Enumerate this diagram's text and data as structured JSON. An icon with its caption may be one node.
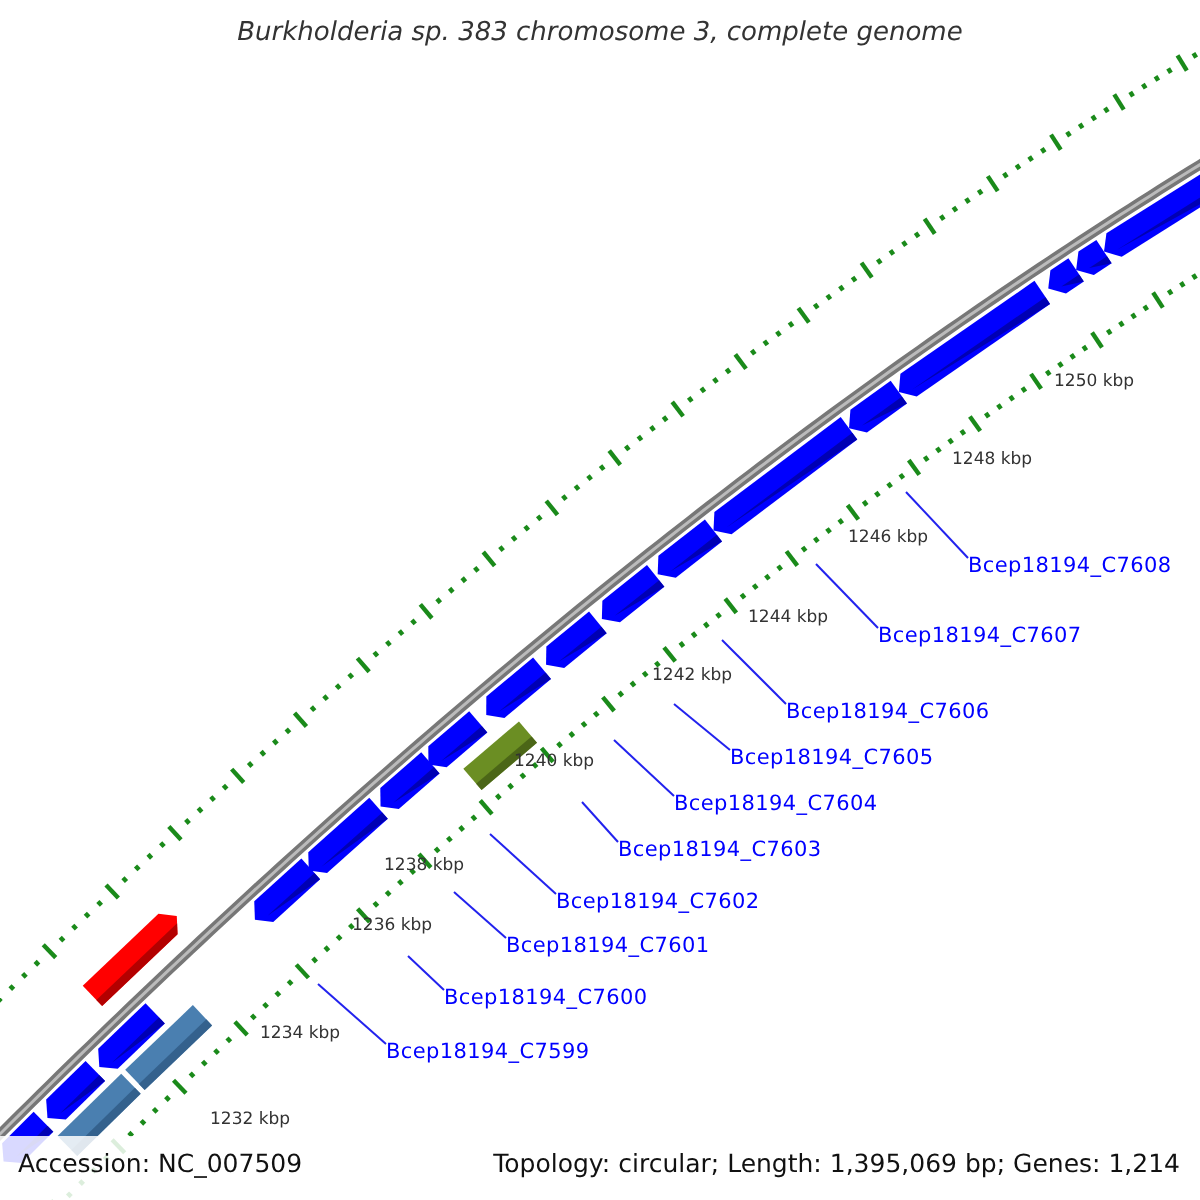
{
  "diagram": {
    "title": "Burkholderia sp. 383 chromosome 3, complete genome",
    "nodes": [
      {
        "text": [
          "Bcep18194_C7608"
        ]
      },
      {
        "text": [
          "Bcep18194_C7607"
        ]
      },
      {
        "text": [
          "Bcep18194_C7606"
        ]
      },
      {
        "text": [
          "Bcep18194_C7605"
        ]
      },
      {
        "text": [
          "Bcep18194_C7604"
        ]
      },
      {
        "text": [
          "Bcep18194_C7603"
        ]
      },
      {
        "text": [
          "Bcep18194_C7602"
        ]
      },
      {
        "text": [
          "Bcep18194_C7601"
        ]
      },
      {
        "text": [
          "Bcep18194_C7600"
        ]
      },
      {
        "text": [
          "Bcep18194_C7599"
        ]
      }
    ],
    "edges": [
      {
        "from": 0,
        "to": null,
        "arrow": "none"
      },
      {
        "from": 1,
        "to": null,
        "arrow": "none"
      },
      {
        "from": 2,
        "to": null,
        "arrow": "none"
      },
      {
        "from": 3,
        "to": null,
        "arrow": "none"
      },
      {
        "from": 4,
        "to": null,
        "arrow": "none"
      },
      {
        "from": 5,
        "to": null,
        "arrow": "none"
      },
      {
        "from": 6,
        "to": null,
        "arrow": "none"
      },
      {
        "from": 7,
        "to": null,
        "arrow": "none"
      },
      {
        "from": 8,
        "to": null,
        "arrow": "none"
      },
      {
        "from": 9,
        "to": null,
        "arrow": "none"
      }
    ],
    "labels": [
      "1250 kbp",
      "1248 kbp",
      "1246 kbp",
      "1244 kbp",
      "1242 kbp",
      "1240 kbp",
      "1238 kbp",
      "1236 kbp",
      "1234 kbp",
      "1232 kbp",
      "Accession: NC_007509",
      "Topology: circular; Length: 1,395,069 bp; Genes: 1,214"
    ]
  }
}
